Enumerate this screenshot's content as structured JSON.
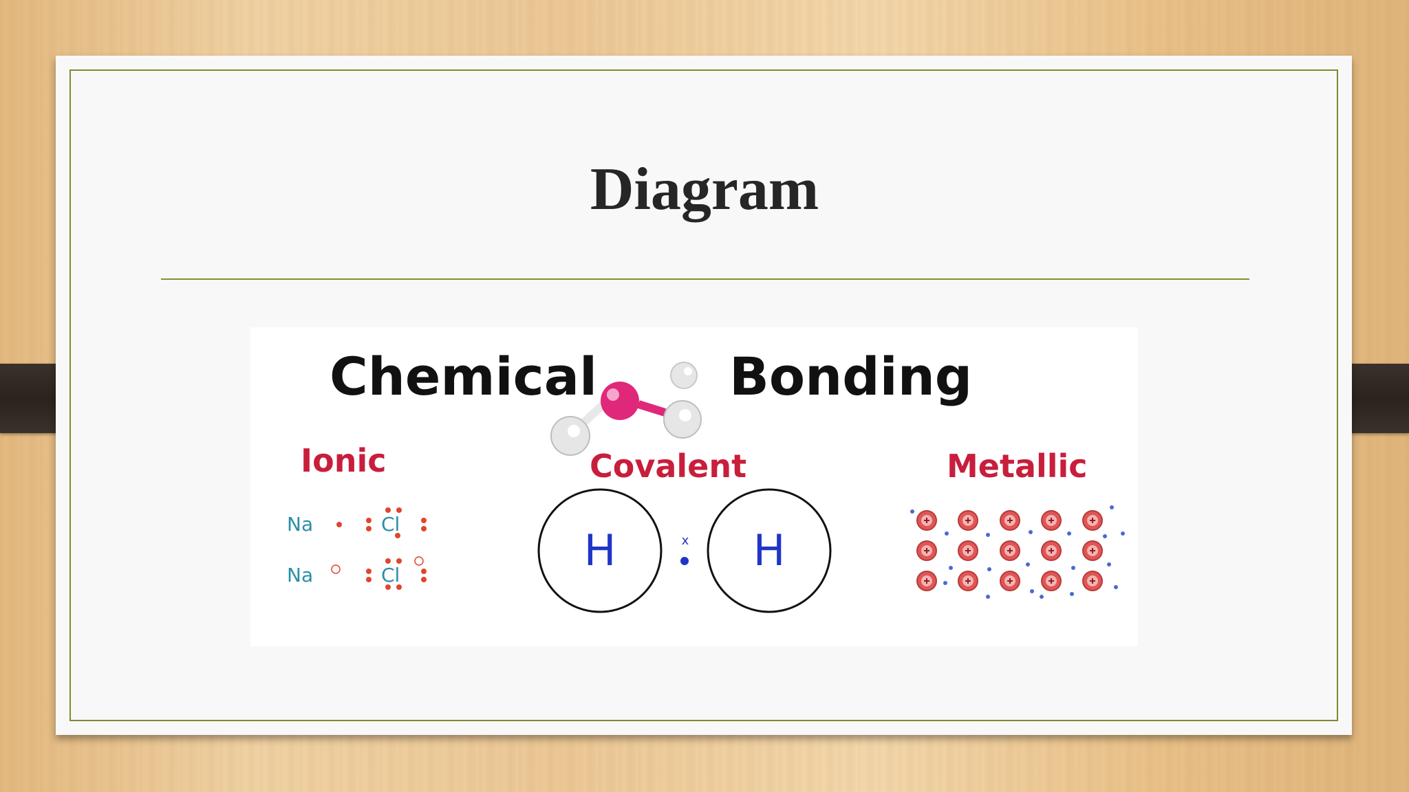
{
  "slide": {
    "title": "Diagram"
  },
  "diagram": {
    "heading": "Chemical Bonding",
    "heading_left": "Chemical",
    "heading_right": "Bonding",
    "categories": [
      "Ionic",
      "Covalent",
      "Metallic"
    ],
    "ionic": {
      "rows": [
        {
          "metal": "Na",
          "nonmetal": "Cl"
        },
        {
          "metal": "Na",
          "nonmetal": "Cl"
        }
      ]
    },
    "covalent": {
      "atoms": [
        "H",
        "H"
      ]
    },
    "colors": {
      "heading": "#111111",
      "category": "#c81e3c",
      "atom_symbol": "#2a8fa8",
      "hydrogen_label": "#1f35c8",
      "molecule_center": "#e0287a",
      "metal_ion": "#e05555"
    }
  }
}
